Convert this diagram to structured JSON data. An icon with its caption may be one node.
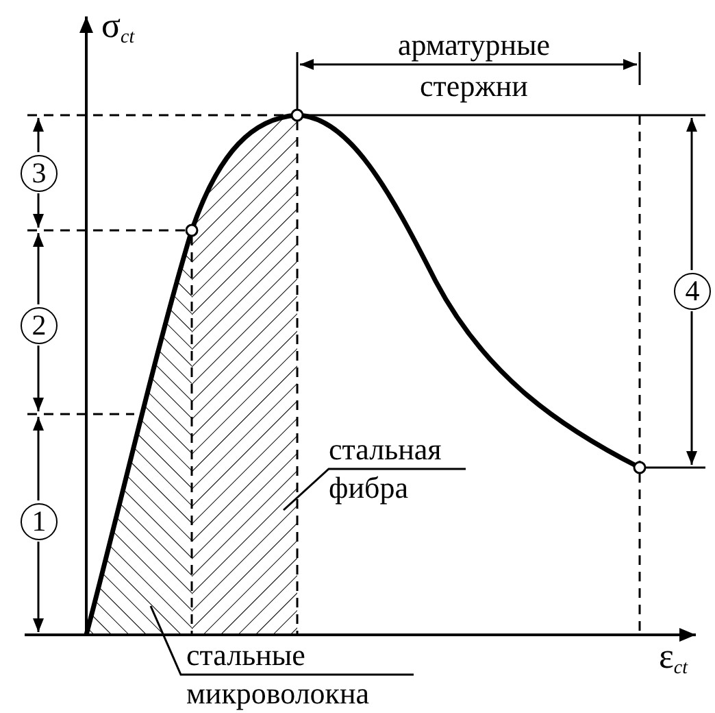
{
  "diagram": {
    "nodes": [
      {
        "text": [
          "стальная фибра"
        ]
      },
      {
        "text": [
          "стальные микроволокна"
        ]
      }
    ],
    "edges": [
      {
        "from": 0,
        "to": null,
        "arrow": "none"
      },
      {
        "from": 1,
        "to": null,
        "arrow": "none"
      }
    ],
    "labels": [
      "σ$_{ct}$",
      "арматурные стержни",
      "3",
      "2",
      "4",
      "1",
      "ε$_{ct}$"
    ]
  }
}
